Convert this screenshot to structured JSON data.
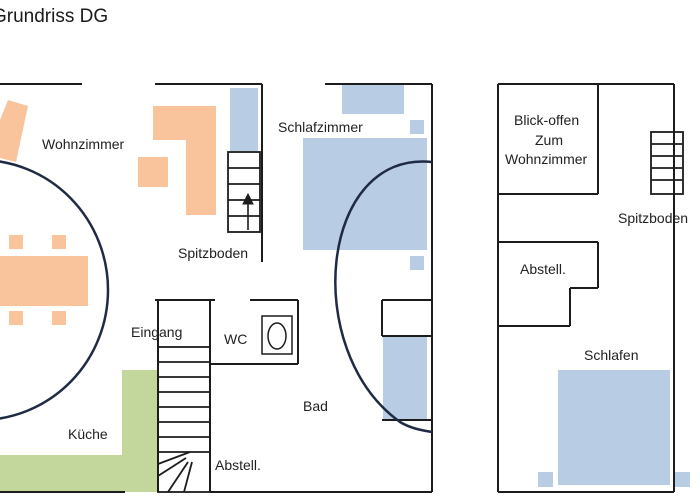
{
  "title": "Grundriss DG",
  "labels": {
    "wohnzimmer": "Wohnzimmer",
    "spitzboden_left": "Spitzboden",
    "schlafzimmer": "Schlafzimmer",
    "eingang": "Eingang",
    "wc": "WC",
    "kueche": "Küche",
    "bad": "Bad",
    "abstell_left": "Abstell.",
    "blick_line1": "Blick-offen",
    "blick_line2": "Zum",
    "blick_line3": "Wohnzimmer",
    "spitzboden_right": "Spitzboden",
    "abstell_right": "Abstell.",
    "schlafen": "Schlafen"
  },
  "colors": {
    "wall": "#1c1c1c",
    "blue_furniture": "#b8cce4",
    "orange_furniture": "#f9c39b",
    "kitchen_green": "#c3d69b",
    "circle_line": "#1f2a44"
  }
}
